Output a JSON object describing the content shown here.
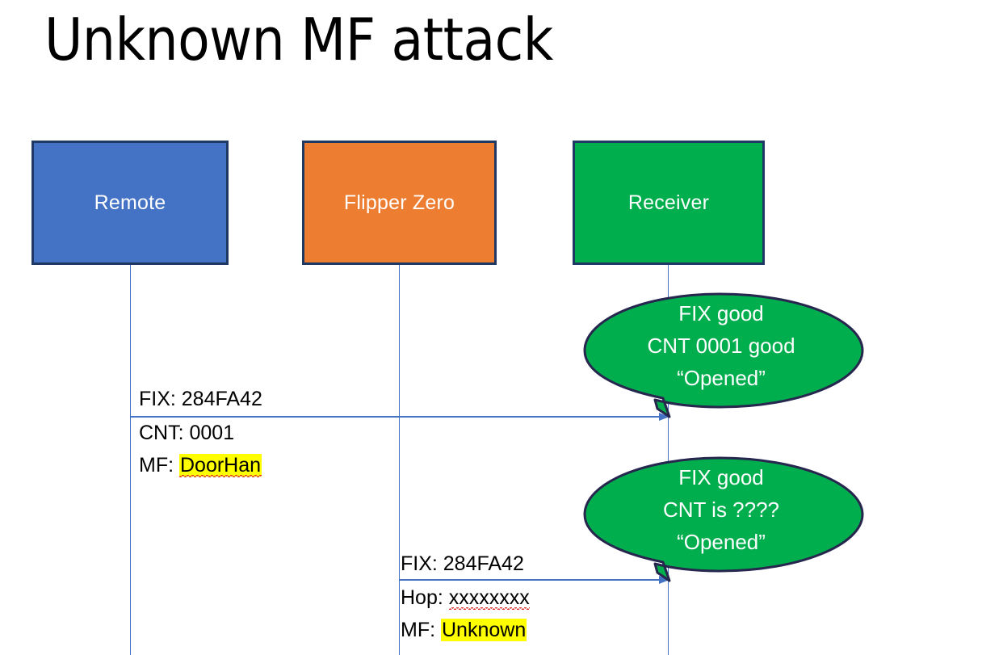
{
  "slide": {
    "title": "Unknown MF attack",
    "background": "#ffffff"
  },
  "colors": {
    "remote_fill": "#4472C4",
    "flipper_fill": "#ED7D31",
    "receiver_fill": "#00AE4D",
    "box_border": "#1F3864",
    "lifeline": "#4472C4",
    "arrow": "#4472C4",
    "highlight": "#FFFF00",
    "spellcheck_underline": "#E03030",
    "bubble_fill": "#00AE4D",
    "bubble_outline": "#1F3864",
    "bubble_text": "#ffffff",
    "label_text": "#000000"
  },
  "actors": [
    {
      "id": "remote",
      "label": "Remote"
    },
    {
      "id": "flipper",
      "label": "Flipper Zero"
    },
    {
      "id": "receiver",
      "label": "Receiver"
    }
  ],
  "messages": [
    {
      "id": "msg-1",
      "from": "remote",
      "to": "receiver",
      "line1": "FIX: 284FA42",
      "line2": "CNT: 0001",
      "line3_prefix": "MF: ",
      "line3_value": "DoorHan"
    },
    {
      "id": "msg-2",
      "from": "flipper",
      "to": "receiver",
      "line1": "FIX: 284FA42",
      "line2_prefix": "Hop: ",
      "line2_value": "xxxxxxxx",
      "line3_prefix": "MF: ",
      "line3_value": "Unknown"
    }
  ],
  "bubbles": [
    {
      "id": "bubble-1",
      "line1": "FIX good",
      "line2": "CNT 0001 good",
      "line3": "“Opened”"
    },
    {
      "id": "bubble-2",
      "line1": "FIX good",
      "line2": "CNT is ????",
      "line3": "“Opened”"
    }
  ]
}
